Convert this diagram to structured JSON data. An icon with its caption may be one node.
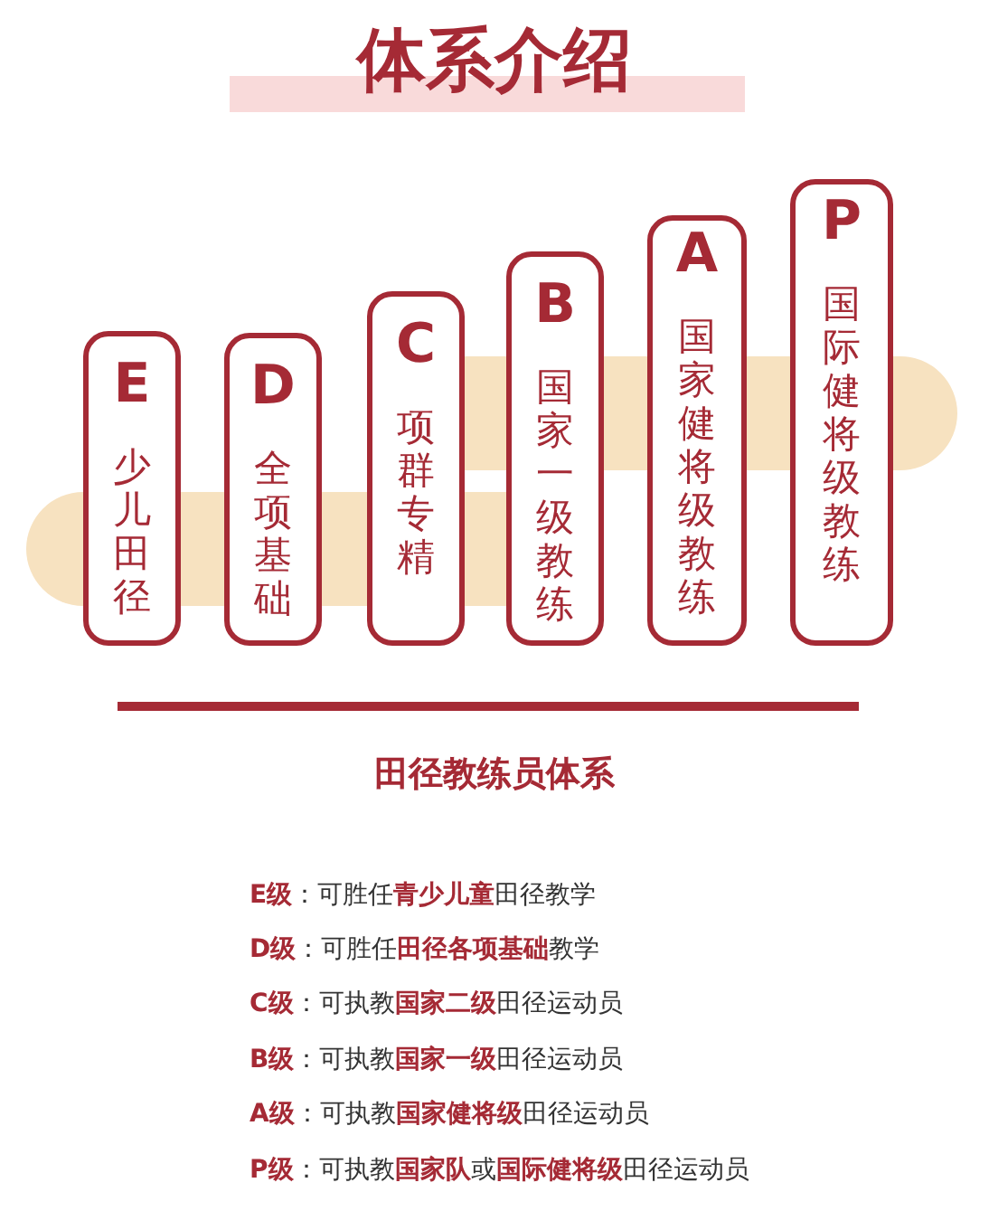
{
  "diagram": {
    "title": "体系介绍",
    "nodes": [
      {
        "text": [
          "E",
          "少儿田径"
        ]
      },
      {
        "text": [
          "D",
          "全项基础"
        ]
      },
      {
        "text": [
          "C",
          "项群专精"
        ]
      },
      {
        "text": [
          "B",
          "国家一级教练"
        ]
      },
      {
        "text": [
          "A",
          "国家健将级教练"
        ]
      },
      {
        "text": [
          "P",
          "国际健将级教练"
        ]
      }
    ],
    "labels": [
      "田径教练员体系",
      "**E级**：可胜任**青少儿童**田径教学",
      "**D级**：可胜任**田径各项基础**教学",
      "**C级**：可执教**国家二级**田径运动员",
      "**B级**：可执教**国家一级**田径运动员",
      "**A级**：可执教**国家健将级**田径运动员",
      "**P级**：可执教**国家队**或**国际健将级**田径运动员"
    ]
  }
}
